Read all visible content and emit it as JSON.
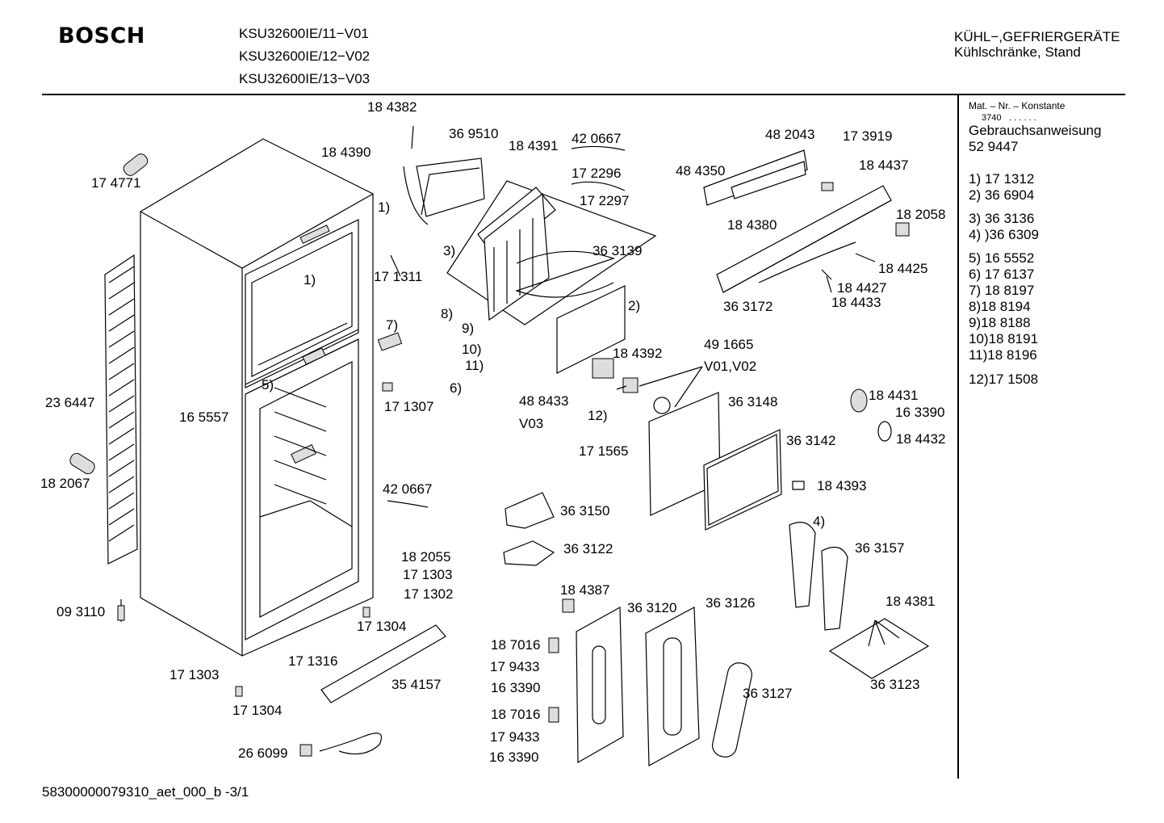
{
  "header": {
    "brand": "BOSCH",
    "models": [
      "KSU32600IE/11−V01",
      "KSU32600IE/12−V02",
      "KSU32600IE/13−V03"
    ],
    "category": "KÜHL−,GEFRIERGERÄTE",
    "subcategory": "Kühlschränke, Stand"
  },
  "side_panel": {
    "mat_label": "Mat. – Nr. – Konstante",
    "mat_value": "3740",
    "manual_label": "Gebrauchsanweisung",
    "manual_number": "52 9447",
    "groups": [
      [
        "1)  17 1312",
        "2)  36 6904"
      ],
      [
        "3)  36 3136",
        "4)  )36 6309"
      ],
      [
        "5)  16 5552",
        "6)  17 6137",
        "7)  18 8197",
        "8)18 8194",
        "9)18 8188",
        "10)18 8191",
        "11)18 8196"
      ],
      [
        "12)17 1508"
      ]
    ]
  },
  "footer": {
    "code": "58300000079310_aet_000_b   -3/1"
  },
  "parts": [
    "18 4382",
    "36 9510",
    "18 4390",
    "18 4391",
    "42 0667",
    "17 2296",
    "17 2297",
    "17 4771",
    "1)",
    "17 1311",
    "3)",
    "36 3139",
    "2)",
    "1)",
    "7)",
    "8)",
    "9)",
    "10)",
    "11)",
    "6)",
    "5)",
    "16 5557",
    "23 6447",
    "18 2067",
    "17 1307",
    "48 2043",
    "17 3919",
    "48 4350",
    "18 4437",
    "18 4380",
    "18 2058",
    "18 4425",
    "36 3172",
    "18 4427",
    "18 4433",
    "49 1665",
    "18 4392",
    "V01,V02",
    "48 8433",
    "V03",
    "12)",
    "17 1565",
    "36 3148",
    "36 3142",
    "18 4431",
    "16 3390",
    "18 4432",
    "18 4393",
    "42 0667",
    "36 3150",
    "36 3122",
    "4)",
    "36 3157",
    "18 2055",
    "17 1303",
    "17 1302",
    "09 3110",
    "17 1304",
    "18 4387",
    "36 3120",
    "36 3126",
    "18 4381",
    "18 7016",
    "17 9433",
    "16 3390",
    "18 7016",
    "17 9433",
    "16 3390",
    "17 1303",
    "17 1316",
    "35 4157",
    "17 1304",
    "36 3127",
    "36 3123",
    "26 6099"
  ]
}
